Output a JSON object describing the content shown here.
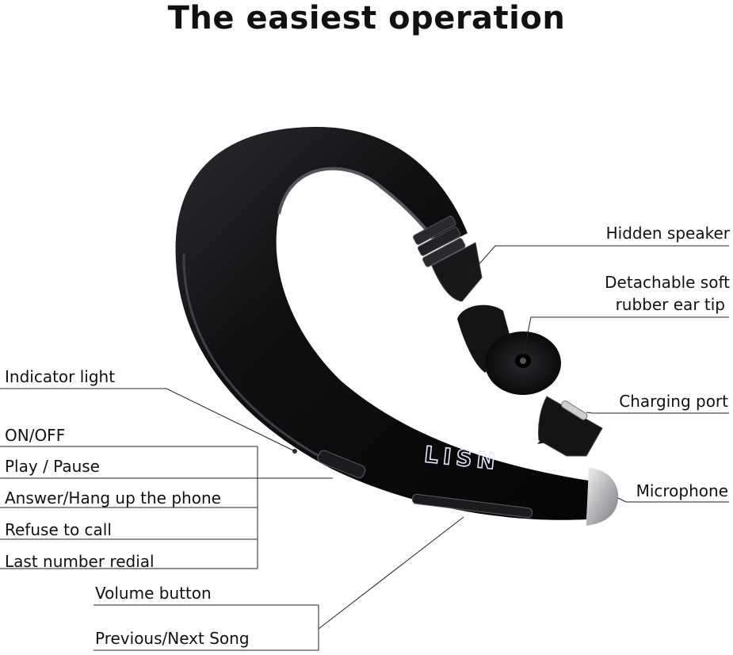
{
  "title": "The easiest operation",
  "brand": "LISN",
  "colors": {
    "body": "#0d0d0f",
    "body_highlight": "#3a3a40",
    "metal": "#c9c9cc",
    "line": "#222222"
  },
  "labels": {
    "hidden_speaker": "Hidden speaker",
    "ear_tip_1": "Detachable soft",
    "ear_tip_2": "rubber ear tip",
    "charging_port": "Charging port",
    "microphone": "Microphone",
    "indicator_light": "Indicator light",
    "on_off": "ON/OFF",
    "play_pause": "Play / Pause",
    "answer": "Answer/Hang up the phone",
    "refuse": "Refuse to call",
    "redial": "Last number redial",
    "volume": "Volume button",
    "prev_next": "Previous/Next Song"
  }
}
